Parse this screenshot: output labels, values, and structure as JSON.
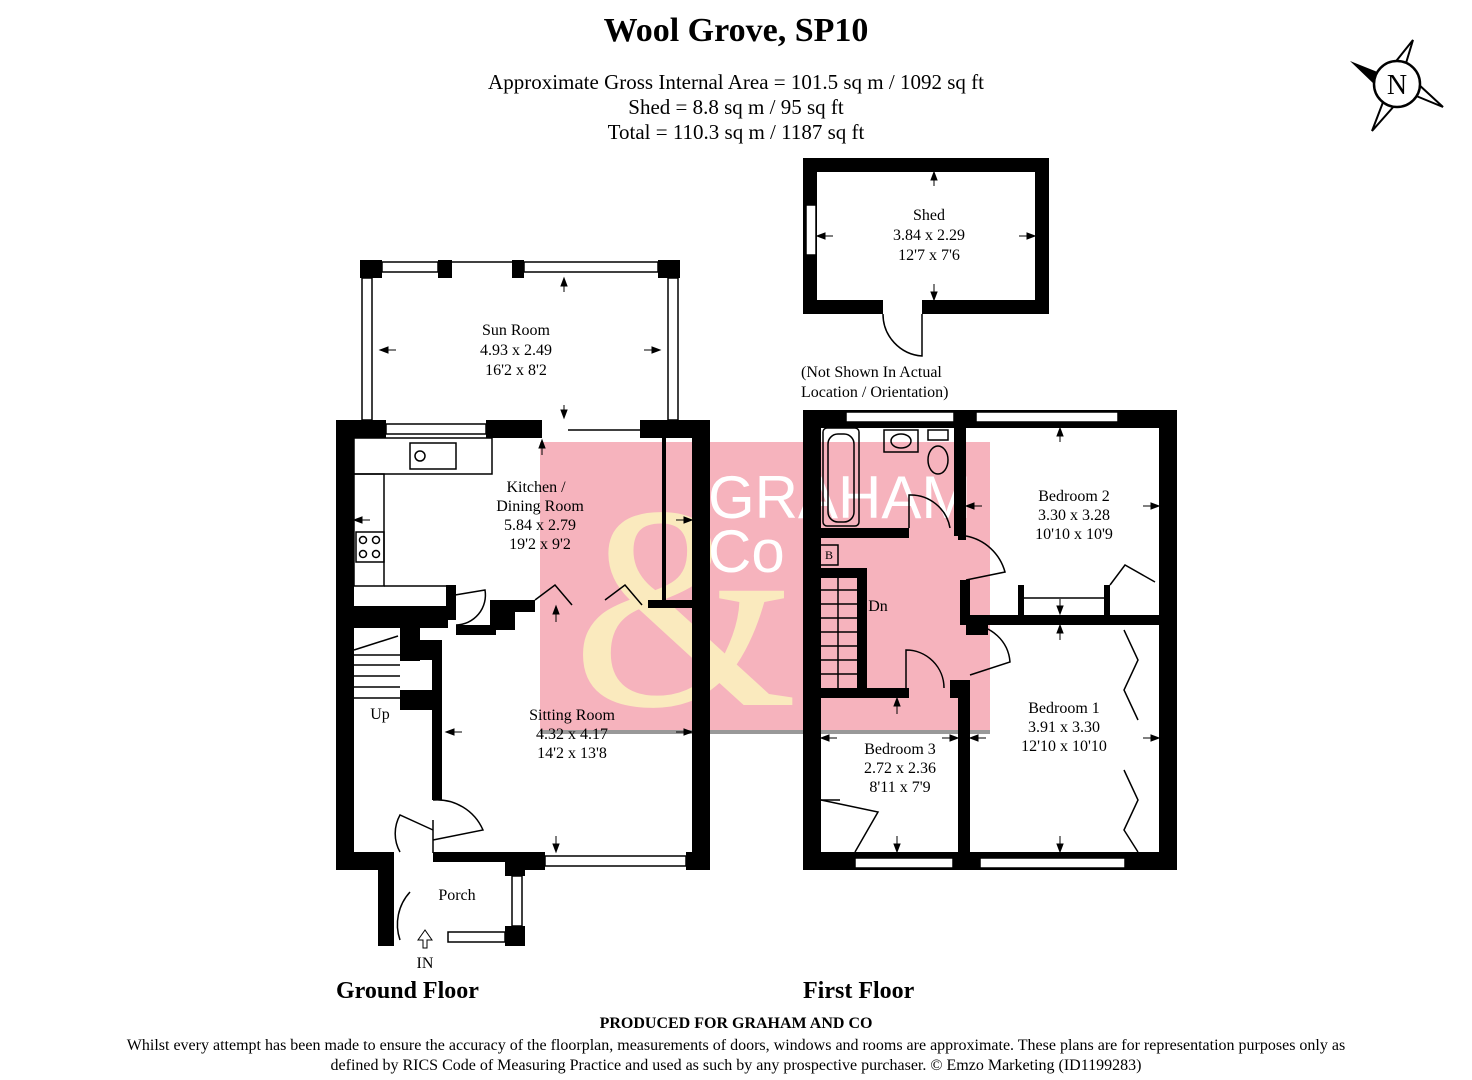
{
  "header": {
    "title": "Wool Grove, SP10",
    "area_line1": "Approximate Gross Internal Area = 101.5 sq m / 1092 sq ft",
    "area_line2": "Shed = 8.8 sq m / 95 sq ft",
    "area_line3": "Total = 110.3 sq m / 1187 sq ft"
  },
  "compass": {
    "label": "N"
  },
  "watermark": {
    "line1": "GRAHAM",
    "line2": "Co",
    "color": "#f4a6b2",
    "amp_color": "#fbf0bf"
  },
  "rooms": {
    "sun_room": {
      "name": "Sun Room",
      "metric": "4.93 x 2.49",
      "imperial": "16'2 x 8'2"
    },
    "kitchen": {
      "name1": "Kitchen /",
      "name2": "Dining Room",
      "metric": "5.84 x 2.79",
      "imperial": "19'2 x 9'2"
    },
    "sitting": {
      "name": "Sitting Room",
      "metric": "4.32 x 4.17",
      "imperial": "14'2 x 13'8"
    },
    "porch": {
      "name": "Porch"
    },
    "shed": {
      "name": "Shed",
      "metric": "3.84 x 2.29",
      "imperial": "12'7 x 7'6"
    },
    "bedroom2": {
      "name": "Bedroom 2",
      "metric": "3.30 x 3.28",
      "imperial": "10'10 x 10'9"
    },
    "bedroom1": {
      "name": "Bedroom 1",
      "metric": "3.91 x 3.30",
      "imperial": "12'10 x 10'10"
    },
    "bedroom3": {
      "name": "Bedroom 3",
      "metric": "2.72 x 2.36",
      "imperial": "8'11 x 7'9"
    }
  },
  "labels": {
    "up": "Up",
    "dn": "Dn",
    "in": "IN",
    "boiler": "B",
    "shed_note1": "(Not Shown In Actual",
    "shed_note2": "Location / Orientation)"
  },
  "floors": {
    "ground": "Ground Floor",
    "first": "First Floor"
  },
  "footer": {
    "produced": "PRODUCED FOR GRAHAM AND CO",
    "disclaimer": "Whilst every attempt has been made to ensure the accuracy of the floorplan, measurements of doors, windows and rooms are approximate. These plans are for representation purposes only as defined by RICS Code of Measuring Practice and used as such by any prospective purchaser. © Emzo Marketing (ID1199283)"
  }
}
